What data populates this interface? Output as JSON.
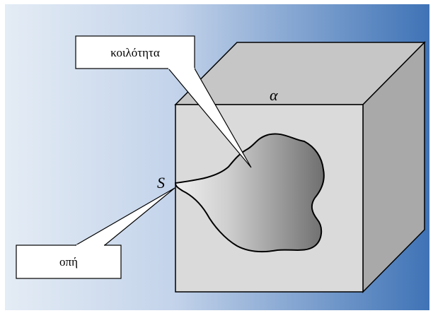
{
  "diagram": {
    "labels": {
      "cavity": "κοιλότητα",
      "hole": "οπή",
      "hole_point": "S",
      "cube_edge": "α"
    },
    "colors": {
      "background_left": "#dfe8f3",
      "background_right": "#3f73b6",
      "cube_front": "#d9d9d9",
      "cube_top": "#c4c4c4",
      "cube_side": "#a8a8a8",
      "cavity_light": "#e6e6e6",
      "cavity_dark": "#7a7a7a",
      "callout_fill": "#ffffff",
      "stroke": "#000000"
    }
  }
}
